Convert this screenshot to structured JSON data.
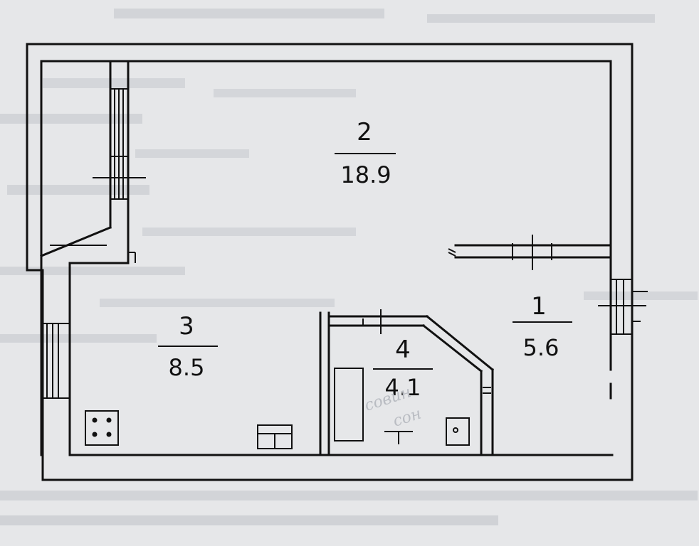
{
  "rooms": [
    {
      "id": "1",
      "number": "1",
      "area": "5.6"
    },
    {
      "id": "2",
      "number": "2",
      "area": "18.9"
    },
    {
      "id": "3",
      "number": "3",
      "area": "8.5"
    },
    {
      "id": "4",
      "number": "4",
      "area": "4.1"
    }
  ],
  "watermark": {
    "line1": "совин",
    "line2": "сон"
  },
  "colors": {
    "paper": "#e6e7e9",
    "ink": "#111111",
    "faded_text": "#c9cbcf"
  }
}
